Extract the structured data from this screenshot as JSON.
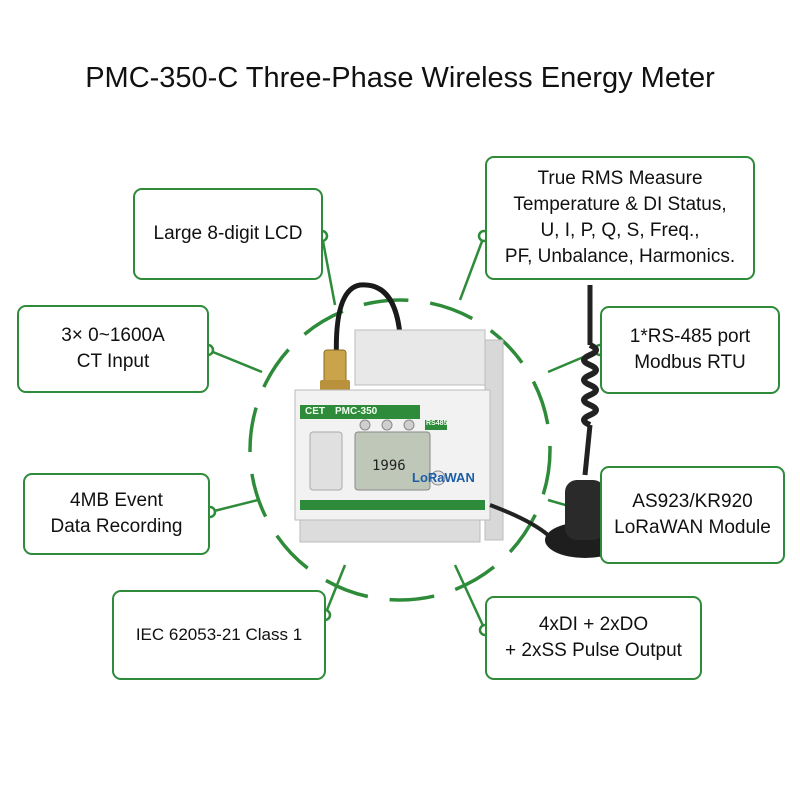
{
  "title": "PMC-350-C Three-Phase Wireless Energy Meter",
  "accent_color": "#2e8b3a",
  "callouts": {
    "lcd": {
      "lines": [
        "Large 8-digit LCD"
      ]
    },
    "ct": {
      "lines": [
        "3× 0~1600A",
        "CT Input"
      ]
    },
    "event": {
      "lines": [
        "4MB Event",
        "Data Recording"
      ]
    },
    "iec": {
      "lines": [
        "IEC 62053-21 Class 1"
      ]
    },
    "rms": {
      "lines": [
        "True RMS Measure",
        "Temperature & DI Status,",
        "U, I, P, Q, S, Freq.,",
        "PF, Unbalance, Harmonics."
      ]
    },
    "rs485": {
      "lines": [
        "1*RS-485 port",
        "Modbus RTU"
      ]
    },
    "lorawan": {
      "lines": [
        "AS923/KR920",
        "LoRaWAN Module"
      ]
    },
    "io": {
      "lines": [
        "4xDI + 2xDO",
        "+ 2xSS Pulse Output"
      ]
    }
  },
  "device": {
    "brand": "CET",
    "model": "PMC-350",
    "port_label": "RS485",
    "display_value": "1996",
    "module_label": "LoRaWAN"
  }
}
